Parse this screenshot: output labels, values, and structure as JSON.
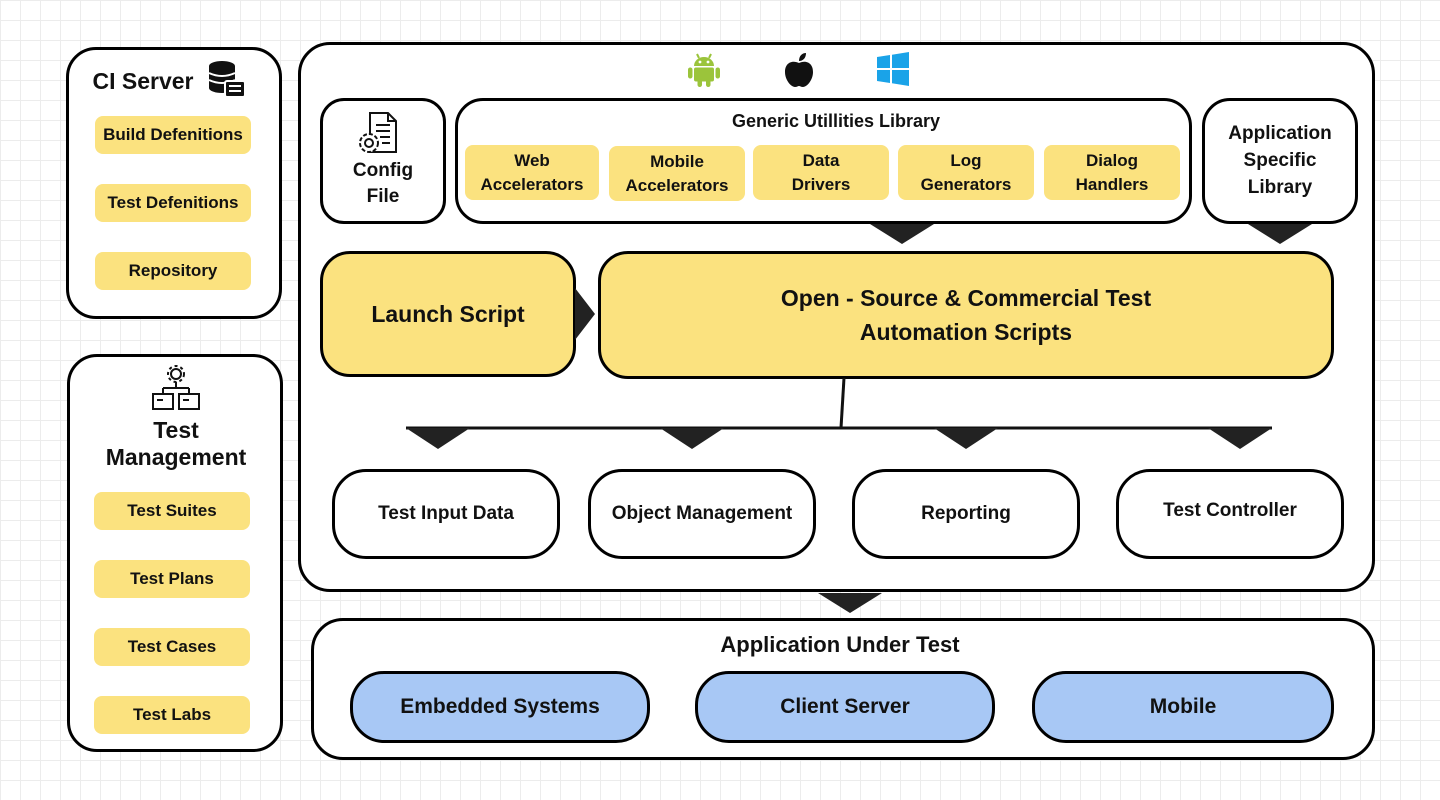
{
  "ci_server": {
    "title": "CI Server",
    "items": [
      "Build Defenitions",
      "Test Defenitions",
      "Repository"
    ]
  },
  "test_management": {
    "title": "Test\nManagement",
    "items": [
      "Test Suites",
      "Test Plans",
      "Test Cases",
      "Test Labs"
    ]
  },
  "framework": {
    "os_icons": [
      "android-icon",
      "apple-icon",
      "windows-icon"
    ],
    "config_file": "Config\nFile",
    "generic_library": {
      "title": "Generic Utillities Library",
      "items": [
        "Web\nAccelerators",
        "Mobile\nAccelerators",
        "Data\nDrivers",
        "Log\nGenerators",
        "Dialog\nHandlers"
      ]
    },
    "app_specific_library": "Application\nSpecific\nLibrary",
    "launch_script": "Launch Script",
    "automation_scripts": "Open - Source & Commercial Test\nAutomation Scripts",
    "modules": [
      "Test Input Data",
      "Object Management",
      "Reporting",
      "Test Controller"
    ]
  },
  "aut": {
    "title": "Application Under Test",
    "items": [
      "Embedded Systems",
      "Client Server",
      "Mobile"
    ]
  },
  "colors": {
    "chip_yellow": "#fbe27f",
    "aut_blue": "#a8c8f5",
    "android_green": "#9bc43b",
    "windows_blue": "#1aa3e8"
  }
}
